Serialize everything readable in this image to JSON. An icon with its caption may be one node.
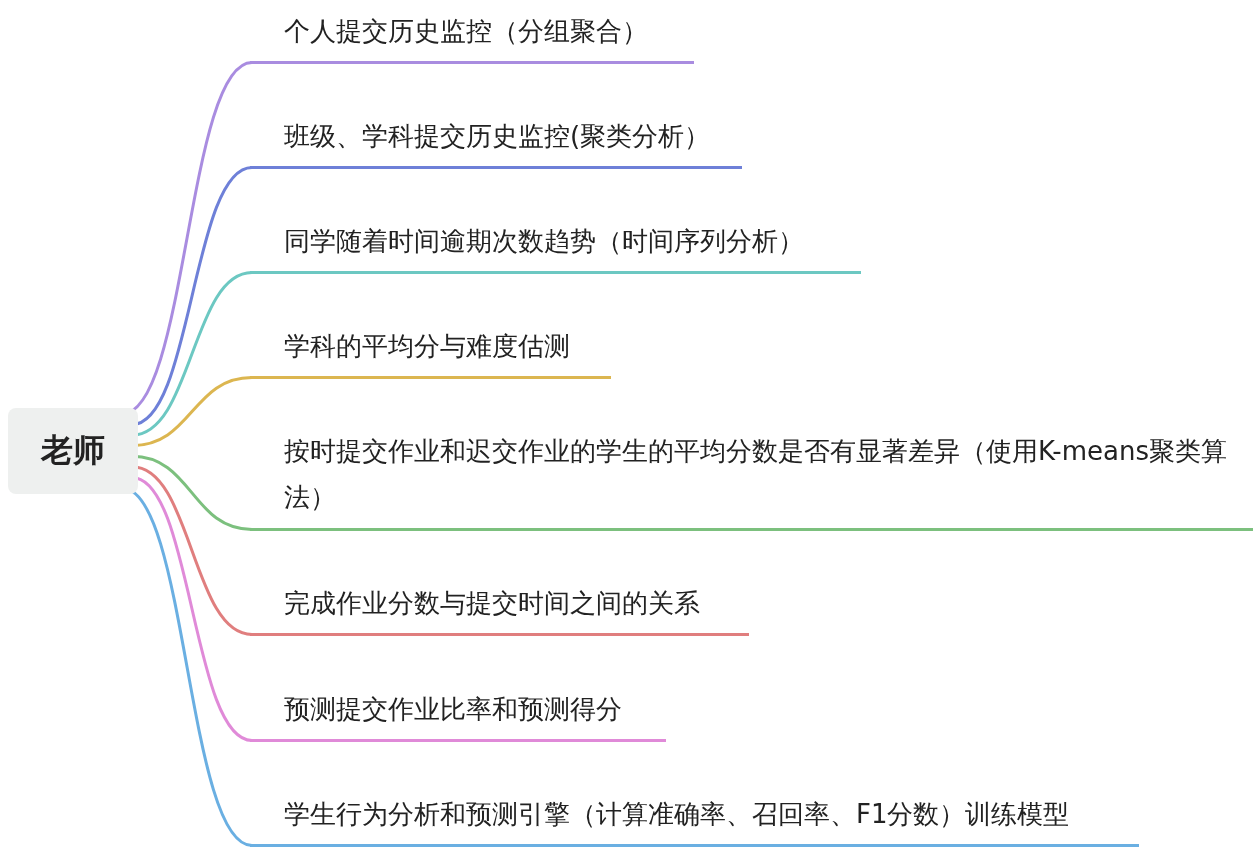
{
  "diagram": {
    "nodes": [
      {
        "text": [
          "老师"
        ]
      },
      {
        "text": [
          "个人提交历史监控（分组聚合）"
        ]
      },
      {
        "text": [
          "班级、学科提交历史监控(聚类分析）"
        ]
      },
      {
        "text": [
          "同学随着时间逾期次数趋势（时间序列分析）"
        ]
      },
      {
        "text": [
          "学科的平均分与难度估测"
        ]
      },
      {
        "text": [
          "按时提交作业和迟交作业的学生的平均分数是否有显著差异（使用K-means聚类算法）"
        ]
      },
      {
        "text": [
          "完成作业分数与提交时间之间的关系"
        ]
      },
      {
        "text": [
          "预测提交作业比率和预测得分"
        ]
      },
      {
        "text": [
          "学生行为分析和预测引擎（计算准确率、召回率、F1分数）训练模型"
        ]
      }
    ],
    "edges": [
      {
        "from": 0,
        "to": 1,
        "arrow": "none",
        "color": "#a98ce0"
      },
      {
        "from": 0,
        "to": 2,
        "arrow": "none",
        "color": "#6e80d8"
      },
      {
        "from": 0,
        "to": 3,
        "arrow": "none",
        "color": "#6cc8c2"
      },
      {
        "from": 0,
        "to": 4,
        "arrow": "none",
        "color": "#dcb650"
      },
      {
        "from": 0,
        "to": 5,
        "arrow": "none",
        "color": "#7cc07e"
      },
      {
        "from": 0,
        "to": 6,
        "arrow": "none",
        "color": "#e07e7e"
      },
      {
        "from": 0,
        "to": 7,
        "arrow": "none",
        "color": "#e08ad8"
      },
      {
        "from": 0,
        "to": 8,
        "arrow": "none",
        "color": "#6aafe2"
      }
    ]
  }
}
